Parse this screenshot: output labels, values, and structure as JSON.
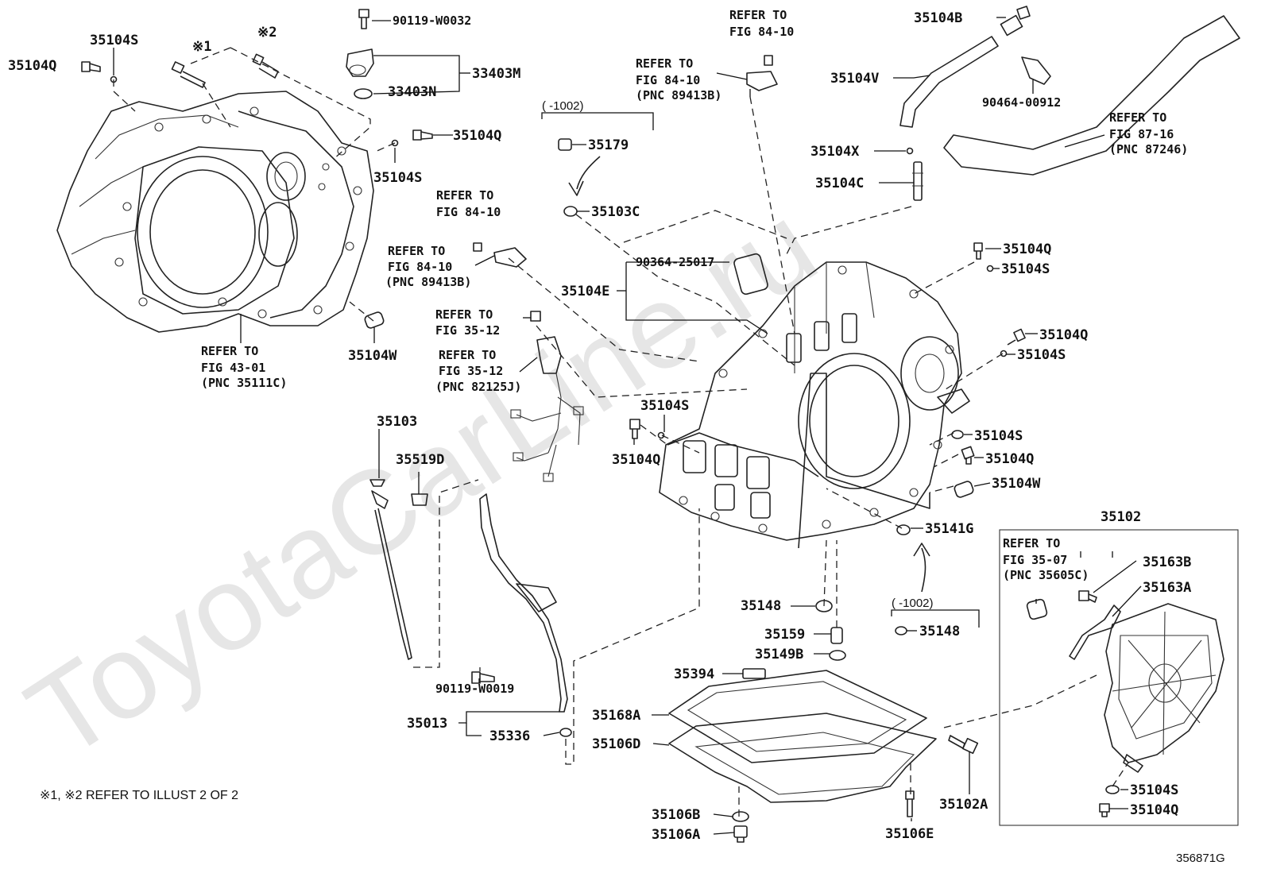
{
  "watermark": "ToyotaCarLine.ru",
  "note": "※1, ※2  REFER TO ILLUST 2 OF 2",
  "diagram_id": "356871G",
  "markers": {
    "m1": "※1",
    "m2": "※2"
  },
  "labels": {
    "p35104Q_1": "35104Q",
    "p35104S_1": "35104S",
    "p90119W0032": "90119-W0032",
    "p33403M": "33403M",
    "p33403N": "33403N",
    "p35104Q_2": "35104Q",
    "p35104S_2": "35104S",
    "ref_fig84_10_a_1": "REFER TO",
    "ref_fig84_10_a_2": "FIG 84-10",
    "ref_fig84_10_b_1": "REFER TO",
    "ref_fig84_10_b_2": "FIG 84-10",
    "ref_fig84_10_b_3": "(PNC 89413B)",
    "p35104B": "35104B",
    "p35104V": "35104V",
    "p9046400912": "90464-00912",
    "ref_fig87_1": "REFER TO",
    "ref_fig87_2": "FIG 87-16",
    "ref_fig87_3": "(PNC 87246)",
    "p35104X": "35104X",
    "p35104C": "35104C",
    "date1": "(      -1002)",
    "p35179": "35179",
    "p35103C": "35103C",
    "ref_fig84_10_c_1": "REFER TO",
    "ref_fig84_10_c_2": "FIG 84-10",
    "ref_fig84_10_d_1": "REFER TO",
    "ref_fig84_10_d_2": "FIG 84-10",
    "ref_fig84_10_d_3": "(PNC 89413B)",
    "p9036425017": "90364-25017",
    "p35104E": "35104E",
    "p35104Q_3": "35104Q",
    "p35104S_3": "35104S",
    "p35104Q_4": "35104Q",
    "p35104S_4": "35104S",
    "ref_fig43_1": "REFER TO",
    "ref_fig43_2": "FIG 43-01",
    "ref_fig43_3": "(PNC 35111C)",
    "p35104W_1": "35104W",
    "ref_fig35_12_a_1": "REFER TO",
    "ref_fig35_12_a_2": "FIG 35-12",
    "ref_fig35_12_b_1": "REFER TO",
    "ref_fig35_12_b_2": "FIG 35-12",
    "ref_fig35_12_b_3": "(PNC 82125J)",
    "p35103": "35103",
    "p35519D": "35519D",
    "p35104S_5": "35104S",
    "p35104Q_5": "35104Q",
    "p35104S_6": "35104S",
    "p35104Q_6": "35104Q",
    "p35104W_2": "35104W",
    "p35141G": "35141G",
    "p35102": "35102",
    "ref_fig35_07_1": "REFER TO",
    "ref_fig35_07_2": "FIG 35-07",
    "ref_fig35_07_3": "(PNC 35605C)",
    "p35163B": "35163B",
    "p35163A": "35163A",
    "date2": "(      -1002)",
    "p35148_1": "35148",
    "p35148_2": "35148",
    "p35159": "35159",
    "p35149B": "35149B",
    "p90119W0019": "90119-W0019",
    "p35394": "35394",
    "p35168A": "35168A",
    "p35013": "35013",
    "p35336": "35336",
    "p35106D": "35106D",
    "p35106B": "35106B",
    "p35106A": "35106A",
    "p35106E": "35106E",
    "p35102A": "35102A",
    "p35104S_7": "35104S",
    "p35104Q_7": "35104Q"
  }
}
